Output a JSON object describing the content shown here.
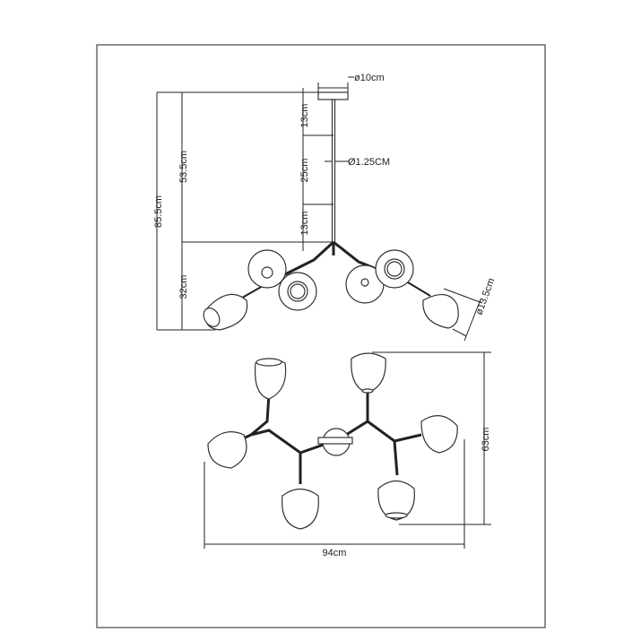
{
  "labels": {
    "canopy_diameter": "ø10cm",
    "total_height": "85.5cm",
    "rod_height": "53.5cm",
    "rod_seg_top": "13cm",
    "rod_seg_mid": "25cm",
    "rod_seg_bottom": "13cm",
    "rod_diameter": "Ø1.25CM",
    "body_height": "32cm",
    "globe_diameter": "ø13.5cm",
    "depth": "63cm",
    "width": "94cm"
  }
}
